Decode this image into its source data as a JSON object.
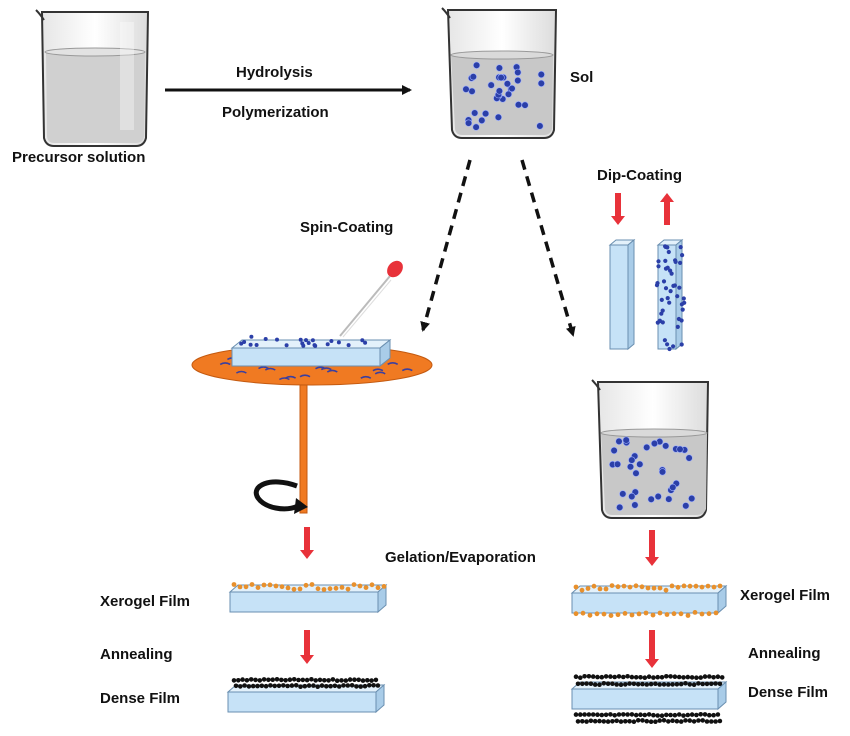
{
  "labels": {
    "precursor": "Precursor solution",
    "hydrolysis": "Hydrolysis",
    "polymerization": "Polymerization",
    "sol": "Sol",
    "spin_coating": "Spin-Coating",
    "dip_coating": "Dip-Coating",
    "gelation": "Gelation/Evaporation",
    "xerogel_left": "Xerogel Film",
    "annealing_left": "Annealing",
    "dense_left": "Dense Film",
    "xerogel_right": "Xerogel Film",
    "annealing_right": "Annealing",
    "dense_right": "Dense Film"
  },
  "colors": {
    "particle_blue": "#2b3fa8",
    "particle_orange": "#e8902c",
    "particle_black": "#111111",
    "arrow_red": "#e8323a",
    "spin_disk": "#f07a22",
    "film_blue": "#c6e2f7",
    "liquid_grey": "#d0d0d0",
    "sol_grey": "#c8c8c8"
  }
}
